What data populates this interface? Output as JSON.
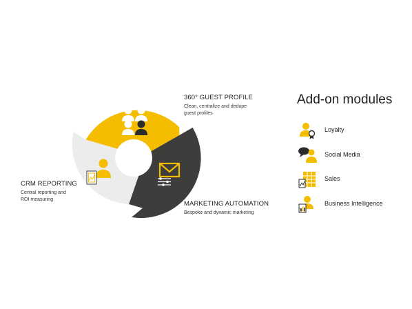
{
  "colors": {
    "yellow": "#f5bd00",
    "dark": "#3d3d3c",
    "light": "#ececec",
    "white": "#ffffff",
    "text": "#1e1e1e"
  },
  "cycle": {
    "guest_profile": {
      "title": "360° GUEST PROFILE",
      "description_lines": [
        "Clean, centralize and dedupe",
        "guest profiles"
      ],
      "icon": "guests-icon"
    },
    "marketing_automation": {
      "title": "MARKETING AUTOMATION",
      "description_lines": [
        "Bespoke and dynamic marketing"
      ],
      "icon": "envelope-settings-icon"
    },
    "crm_reporting": {
      "title": "CRM REPORTING",
      "description_lines": [
        "Central reporting and",
        "ROI measuring"
      ],
      "icon": "report-user-icon"
    }
  },
  "addons": {
    "heading": "Add-on modules",
    "items": [
      {
        "label": "Loyalty",
        "icon": "loyalty-icon"
      },
      {
        "label": "Social Media",
        "icon": "social-media-icon"
      },
      {
        "label": "Sales",
        "icon": "sales-icon"
      },
      {
        "label": "Business Intelligence",
        "icon": "business-intelligence-icon"
      }
    ]
  }
}
